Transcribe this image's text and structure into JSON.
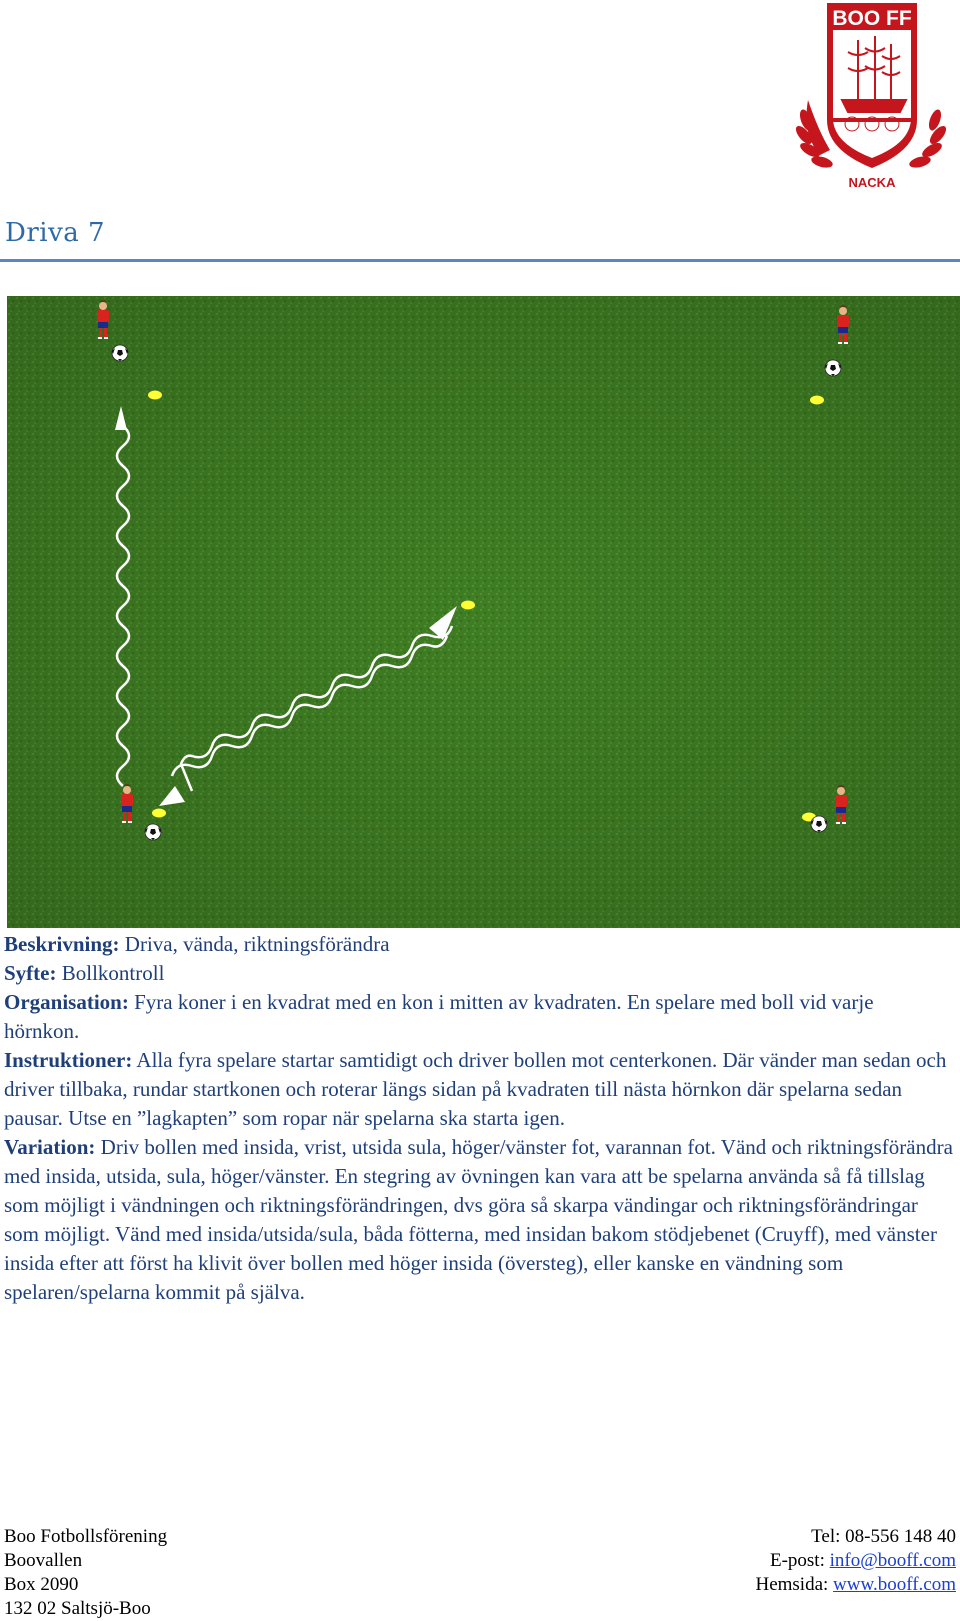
{
  "logo": {
    "name": "BOO FF",
    "sub": "NACKA"
  },
  "title": "Driva 7",
  "description": {
    "beskrivning_label": "Beskrivning:",
    "beskrivning": " Driva, vända, riktningsförändra",
    "syfte_label": "Syfte:",
    "syfte": " Bollkontroll",
    "organisation_label": "Organisation:",
    "organisation": " Fyra koner i en kvadrat med en kon i mitten av kvadraten. En spelare med boll vid varje hörnkon.",
    "instruktioner_label": "Instruktioner:",
    "instruktioner": " Alla fyra spelare startar samtidigt och driver bollen mot centerkonen. Där vänder man sedan och driver tillbaka, rundar startkonen och roterar längs sidan på kvadraten till nästa hörnkon där spelarna sedan pausar. Utse en ”lagkapten” som ropar när spelarna ska starta igen.",
    "variation_label": "Variation:",
    "variation": " Driv bollen med insida, vrist, utsida sula, höger/vänster fot, varannan fot. Vänd och riktningsförändra med insida, utsida, sula, höger/vänster. En stegring av övningen kan vara att be spelarna använda så få tillslag som möjligt i vändningen och riktningsförändringen, dvs göra så skarpa vändingar och riktningsförändringar som möjligt. Vänd med insida/utsida/sula, båda fötterna, med insidan bakom stödjebenet (Cruyff), med vänster insida efter att först ha klivit över bollen med höger insida (översteg), eller kanske en vändning som spelaren/spelarna kommit på själva."
  },
  "footer": {
    "org": "Boo Fotbollsförening",
    "venue": "Boovallen",
    "box": "Box 2090",
    "postal": "132 02 Saltsjö-Boo",
    "tel": "Tel: 08-556 148 40",
    "email_label": "E-post: ",
    "email": "info@booff.com",
    "web_label": "Hemsida: ",
    "web": "www.booff.com"
  },
  "colors": {
    "title": "#2e6aa8",
    "rule": "#5b86c4",
    "body_text": "#1f3f7a",
    "field": "#3d7a22",
    "cone": "#ffff33",
    "jersey": "#d8231e",
    "shorts": "#1a2a8c",
    "logo_red": "#c4161c"
  }
}
